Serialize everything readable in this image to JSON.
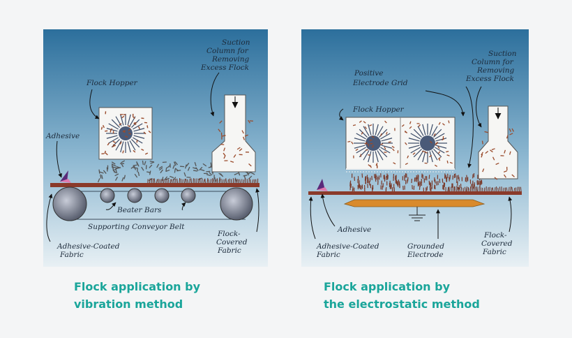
{
  "vibration": {
    "labels": {
      "flock_hopper": "Flock Hopper",
      "suction_1": "Suction",
      "suction_2": "Column for",
      "suction_3": "Removing",
      "suction_4": "Excess Flock",
      "adhesive": "Adhesive",
      "beater_bars": "Beater Bars",
      "conveyor": "Supporting Conveyor Belt",
      "adhesive_fabric_1": "Adhesive-Coated",
      "adhesive_fabric_2": "Fabric",
      "flock_fabric_1": "Flock-",
      "flock_fabric_2": "Covered",
      "flock_fabric_3": "Fabric"
    },
    "caption_line1": "Flock application by",
    "caption_line2": "vibration method"
  },
  "electrostatic": {
    "labels": {
      "suction_1": "Suction",
      "suction_2": "Column for",
      "suction_3": "Removing",
      "suction_4": "Excess Flock",
      "electrode_grid_1": "Positive",
      "electrode_grid_2": "Electrode Grid",
      "flock_hopper": "Flock Hopper",
      "adhesive": "Adhesive",
      "adhesive_fabric_1": "Adhesive-Coated",
      "adhesive_fabric_2": "Fabric",
      "grounded_1": "Grounded",
      "grounded_2": "Electrode",
      "flock_fabric_1": "Flock-",
      "flock_fabric_2": "Covered",
      "flock_fabric_3": "Fabric"
    },
    "caption_line1": "Flock application by",
    "caption_line2": "the electrostatic method"
  },
  "colors": {
    "panel_top": "#2c6f9c",
    "panel_bottom": "#e8f0f4",
    "caption": "#1aa59a",
    "fabric": "#8a3a2a",
    "electrode": "#d98a2c"
  }
}
